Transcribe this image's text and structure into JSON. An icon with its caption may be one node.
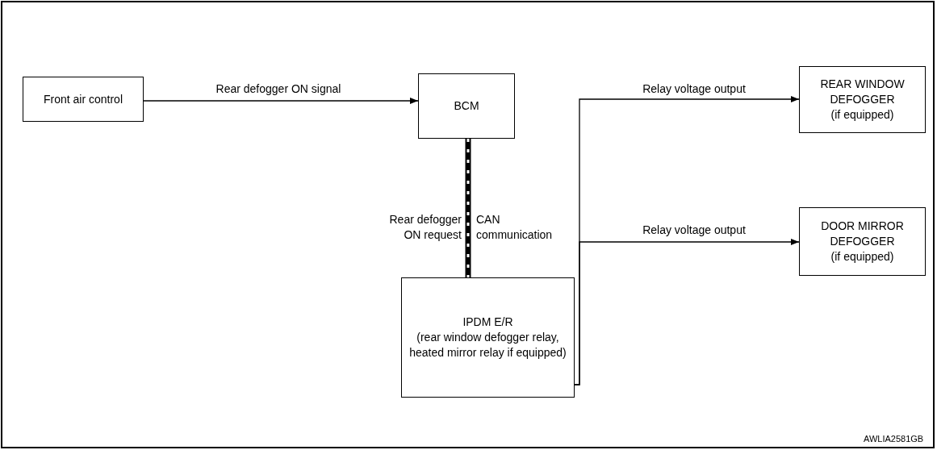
{
  "diagram": {
    "nodes": [
      {
        "text": [
          "Front air control"
        ]
      },
      {
        "text": [
          "BCM"
        ]
      },
      {
        "text": [
          "REAR WINDOW DEFOGGER",
          "(if equipped)"
        ]
      },
      {
        "text": [
          "DOOR MIRROR DEFOGGER",
          "(if equipped)"
        ]
      },
      {
        "text": [
          "IPDM E/R",
          "(rear window defogger relay, heated mirror relay if equipped)"
        ]
      }
    ],
    "edges": [
      {
        "from": 0,
        "to": 1,
        "arrow": "to",
        "label": "Rear defogger ON signal"
      },
      {
        "from": 1,
        "to": 4,
        "arrow": "none",
        "label": "Rear defogger ON request",
        "style": "thick"
      },
      {
        "from": 4,
        "to": 2,
        "arrow": "to",
        "label": "Relay voltage output"
      },
      {
        "from": 4,
        "to": 3,
        "arrow": "to",
        "label": "Relay voltage output"
      }
    ],
    "labels": [
      "CAN communication",
      "AWLIA2581GB"
    ]
  }
}
